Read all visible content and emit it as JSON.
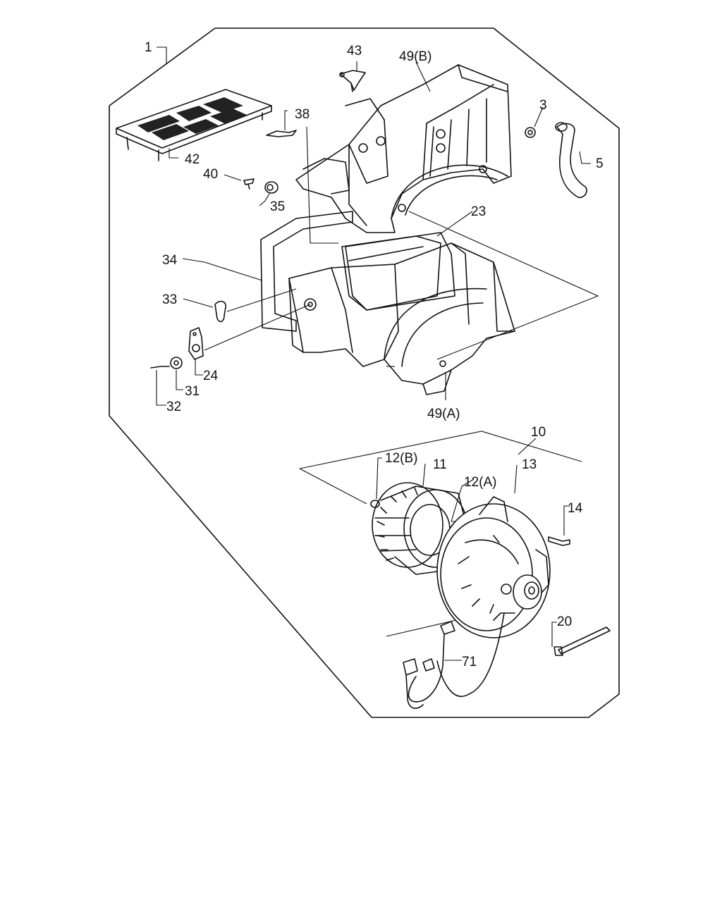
{
  "callouts": {
    "c1": "1",
    "c3": "3",
    "c5": "5",
    "c10": "10",
    "c11": "11",
    "c12a": "12(A)",
    "c12b": "12(B)",
    "c13": "13",
    "c14": "14",
    "c20": "20",
    "c23": "23",
    "c24": "24",
    "c31": "31",
    "c32": "32",
    "c33": "33",
    "c34": "34",
    "c35": "35",
    "c38": "38",
    "c40": "40",
    "c42": "42",
    "c43": "43",
    "c49a": "49(A)",
    "c49b": "49(B)",
    "c71": "71"
  }
}
